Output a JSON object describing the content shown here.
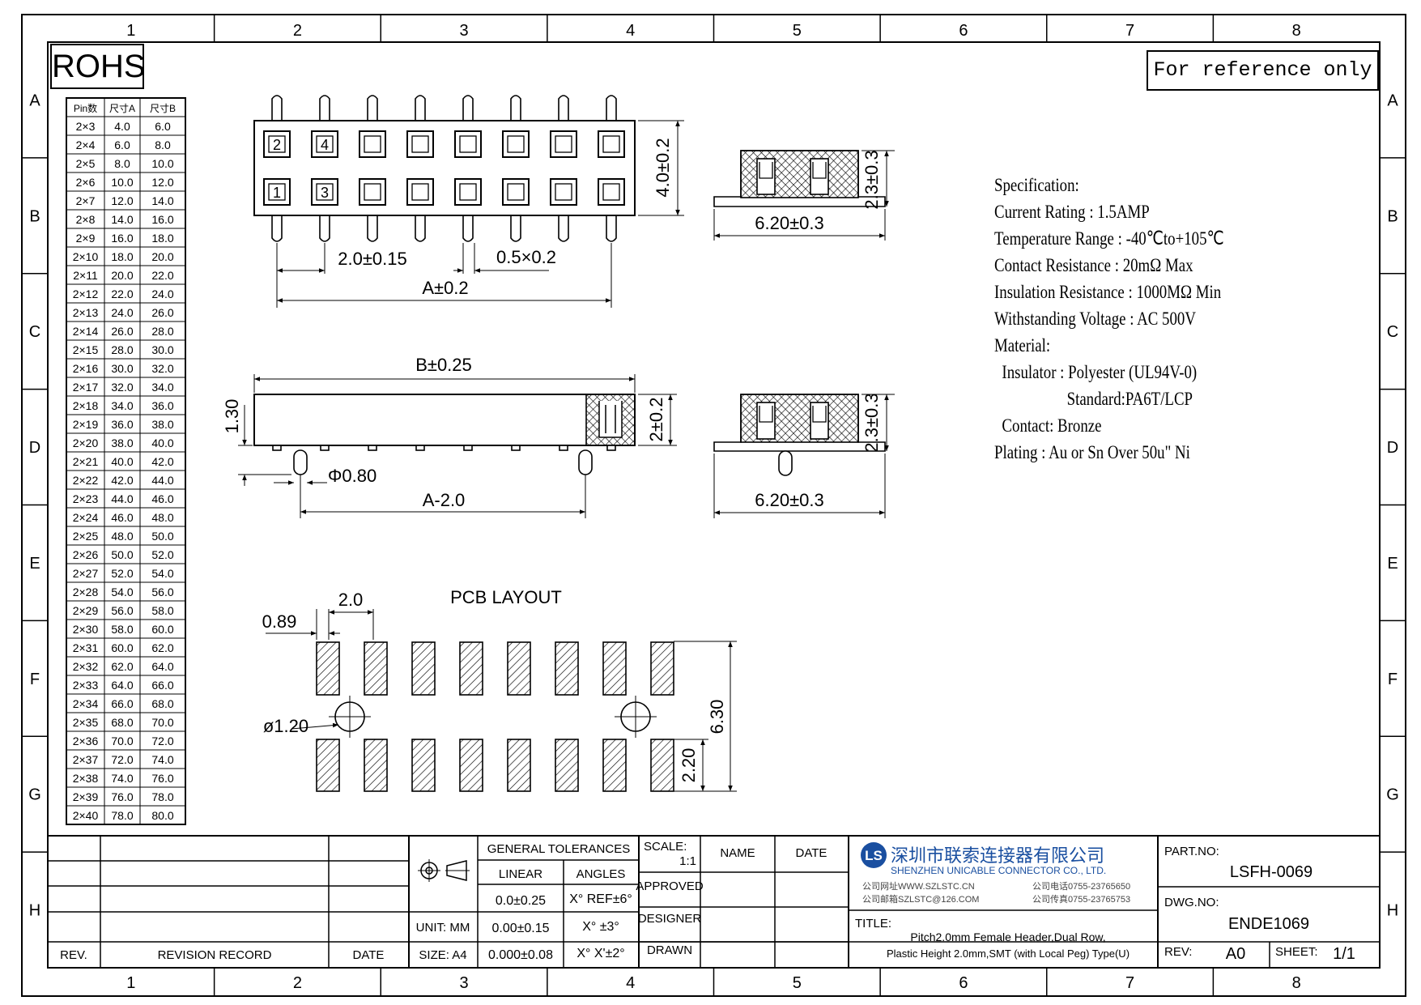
{
  "frame": {
    "cols": [
      "1",
      "2",
      "3",
      "4",
      "5",
      "6",
      "7",
      "8"
    ],
    "rows": [
      "A",
      "B",
      "C",
      "D",
      "E",
      "F",
      "G",
      "H"
    ]
  },
  "badge": "ROHS",
  "reference_note": "For reference only",
  "pin_table": {
    "headers": [
      "Pin数",
      "尺寸A",
      "尺寸B"
    ],
    "rows": [
      [
        "2×3",
        "4.0",
        "6.0"
      ],
      [
        "2×4",
        "6.0",
        "8.0"
      ],
      [
        "2×5",
        "8.0",
        "10.0"
      ],
      [
        "2×6",
        "10.0",
        "12.0"
      ],
      [
        "2×7",
        "12.0",
        "14.0"
      ],
      [
        "2×8",
        "14.0",
        "16.0"
      ],
      [
        "2×9",
        "16.0",
        "18.0"
      ],
      [
        "2×10",
        "18.0",
        "20.0"
      ],
      [
        "2×11",
        "20.0",
        "22.0"
      ],
      [
        "2×12",
        "22.0",
        "24.0"
      ],
      [
        "2×13",
        "24.0",
        "26.0"
      ],
      [
        "2×14",
        "26.0",
        "28.0"
      ],
      [
        "2×15",
        "28.0",
        "30.0"
      ],
      [
        "2×16",
        "30.0",
        "32.0"
      ],
      [
        "2×17",
        "32.0",
        "34.0"
      ],
      [
        "2×18",
        "34.0",
        "36.0"
      ],
      [
        "2×19",
        "36.0",
        "38.0"
      ],
      [
        "2×20",
        "38.0",
        "40.0"
      ],
      [
        "2×21",
        "40.0",
        "42.0"
      ],
      [
        "2×22",
        "42.0",
        "44.0"
      ],
      [
        "2×23",
        "44.0",
        "46.0"
      ],
      [
        "2×24",
        "46.0",
        "48.0"
      ],
      [
        "2×25",
        "48.0",
        "50.0"
      ],
      [
        "2×26",
        "50.0",
        "52.0"
      ],
      [
        "2×27",
        "52.0",
        "54.0"
      ],
      [
        "2×28",
        "54.0",
        "56.0"
      ],
      [
        "2×29",
        "56.0",
        "58.0"
      ],
      [
        "2×30",
        "58.0",
        "60.0"
      ],
      [
        "2×31",
        "60.0",
        "62.0"
      ],
      [
        "2×32",
        "62.0",
        "64.0"
      ],
      [
        "2×33",
        "64.0",
        "66.0"
      ],
      [
        "2×34",
        "66.0",
        "68.0"
      ],
      [
        "2×35",
        "68.0",
        "70.0"
      ],
      [
        "2×36",
        "70.0",
        "72.0"
      ],
      [
        "2×37",
        "72.0",
        "74.0"
      ],
      [
        "2×38",
        "74.0",
        "76.0"
      ],
      [
        "2×39",
        "76.0",
        "78.0"
      ],
      [
        "2×40",
        "78.0",
        "80.0"
      ]
    ]
  },
  "top_view": {
    "pin_numbers": [
      "2",
      "4",
      "1",
      "3"
    ],
    "dims": {
      "height": "4.0±0.2",
      "pitch": "2.0±0.15",
      "pin": "0.5×0.2",
      "a": "A±0.2"
    }
  },
  "side_view": {
    "dims": {
      "b": "B±0.25",
      "h130": "1.30",
      "h2": "2±0.2",
      "peg": "Φ0.80",
      "a2": "A-2.0"
    }
  },
  "end_view_1": {
    "dims": {
      "height": "2.3±0.3",
      "width": "6.20±0.3"
    }
  },
  "end_view_2": {
    "dims": {
      "height": "2.3±0.3",
      "width": "6.20±0.3"
    }
  },
  "pcb": {
    "title": "PCB LAYOUT",
    "dims": {
      "pad_w": "0.89",
      "pitch": "2.0",
      "hole": "ø1.20",
      "span": "6.30",
      "pad_h": "2.20"
    }
  },
  "spec": {
    "lines": [
      "Specification:",
      "Current Rating : 1.5AMP",
      "Temperature Range : -40℃to+105℃",
      "Contact Resistance : 20mΩ Max",
      "Insulation Resistance : 1000MΩ Min",
      "Withstanding Voltage : AC 500V",
      "Material:",
      "  Insulator : Polyester (UL94V-0)",
      "                   Standard:PA6T/LCP",
      "  Contact: Bronze",
      "Plating : Au or Sn Over 50u\" Ni"
    ]
  },
  "title_block": {
    "rev_label": "REV.",
    "revision_record": "REVISION RECORD",
    "date": "DATE",
    "unit": "UNIT: MM",
    "size": "SIZE: A4",
    "general_tolerances": "GENERAL TOLERANCES",
    "linear": "LINEAR",
    "angles": "ANGLES",
    "tol_linear": [
      "0.0±0.25",
      "0.00±0.15",
      "0.000±0.08"
    ],
    "tol_angles": [
      "X° REF±6°",
      "X° ±3°",
      "X° X'±2°"
    ],
    "scale_label": "SCALE:",
    "scale": "1:1",
    "approved": "APPROVED",
    "designer": "DESIGNER",
    "drawn": "DRAWN",
    "name": "NAME",
    "date2": "DATE",
    "company_cn": "深圳市联索连接器有限公司",
    "company_en": "SHENZHEN UNICABLE CONNECTOR CO., LTD.",
    "web": "公司网址WWW.SZLSTC.CN",
    "email": "公司邮箱SZLSTC@126.COM",
    "tel": "公司电话0755-23765650",
    "fax": "公司传真0755-23765753",
    "title_label": "TITLE:",
    "title_line1": "Pitch2.0mm Female Header,Dual Row,",
    "title_line2": "Plastic Height 2.0mm,SMT (with Local Peg) Type(U)",
    "part_no_label": "PART.NO:",
    "part_no": "LSFH-0069",
    "dwg_no_label": "DWG.NO:",
    "dwg_no": "ENDE1069",
    "rev_label2": "REV:",
    "rev": "A0",
    "sheet_label": "SHEET:",
    "sheet": "1/1"
  }
}
